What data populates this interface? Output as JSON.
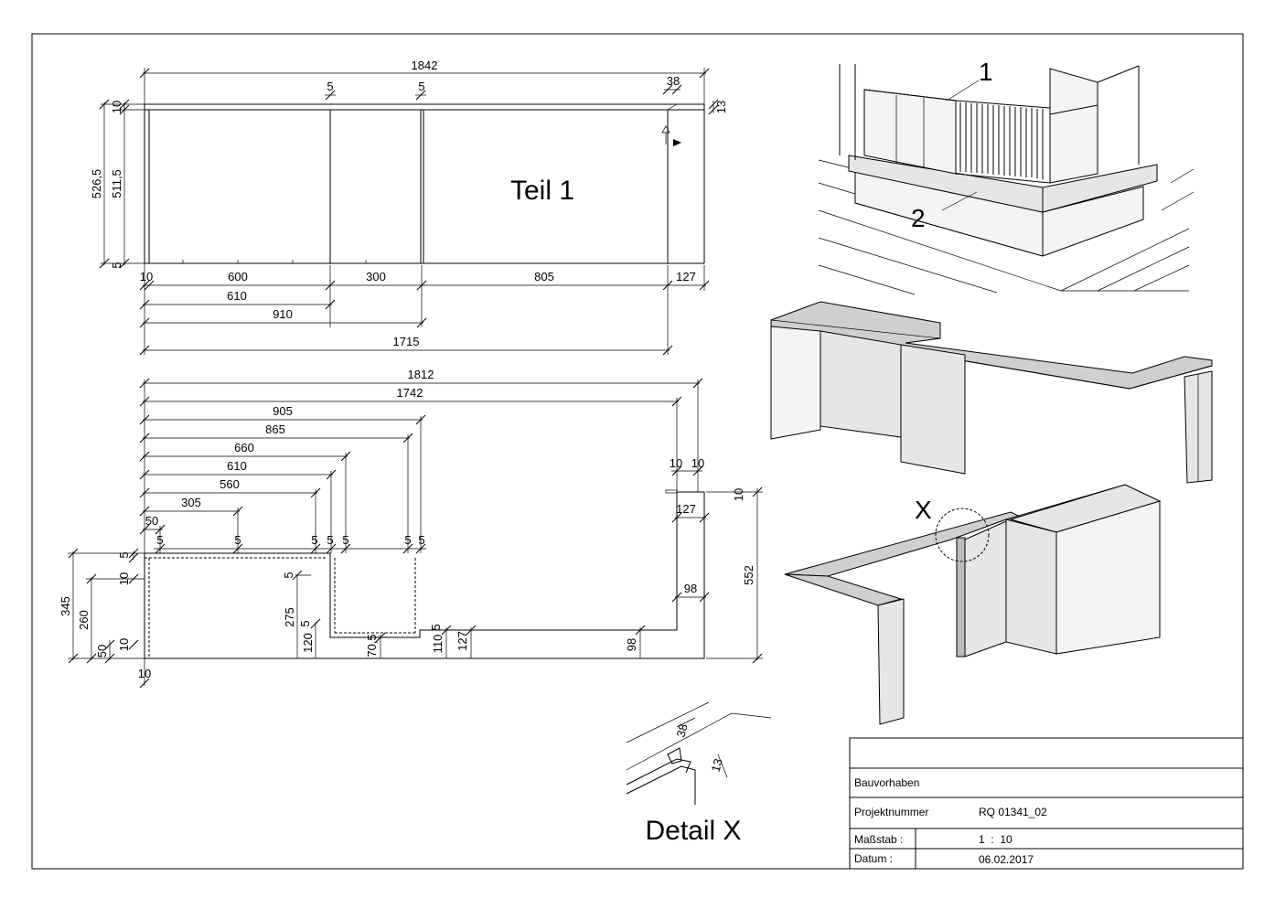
{
  "top_view": {
    "label": "Teil 1",
    "dims": {
      "overall": "1842",
      "gap_a": "5",
      "gap_b": "5",
      "gap_c": "38",
      "edge_top": "10",
      "depth_outer": "526,5",
      "depth_inner": "511,5",
      "edge_bottom": "5",
      "right_edge": "13",
      "seg_10": "10",
      "seg_600": "600",
      "seg_300": "300",
      "seg_805": "805",
      "seg_127": "127",
      "chain_610": "610",
      "chain_910": "910",
      "chain_1715": "1715"
    }
  },
  "plan_view": {
    "dims": {
      "d1812": "1812",
      "d1742": "1742",
      "d905": "905",
      "d865": "865",
      "d660": "660",
      "d610": "610",
      "d560": "560",
      "d305": "305",
      "d50": "50",
      "d5": "5",
      "d10": "10",
      "d127": "127",
      "d98": "98",
      "d552": "552",
      "d345": "345",
      "d260": "260",
      "d275": "275",
      "d120": "120",
      "d70_5": "70,5",
      "d110": "110"
    }
  },
  "views_3d": {
    "callout_1": "1",
    "callout_2": "2",
    "callout_x": "X"
  },
  "detail": {
    "title": "Detail X",
    "dim_38": "38",
    "dim_13": "13"
  },
  "title_block": {
    "row1": "",
    "bauvorhaben_label": "Bauvorhaben",
    "bauvorhaben_value": "",
    "projektnummer_label": "Projektnummer",
    "projektnummer_value": "RQ 01341_02",
    "massstab_label": "Maßstab :",
    "massstab_value": "1  :  10",
    "datum_label": "Datum :",
    "datum_value": "06.02.2017"
  }
}
